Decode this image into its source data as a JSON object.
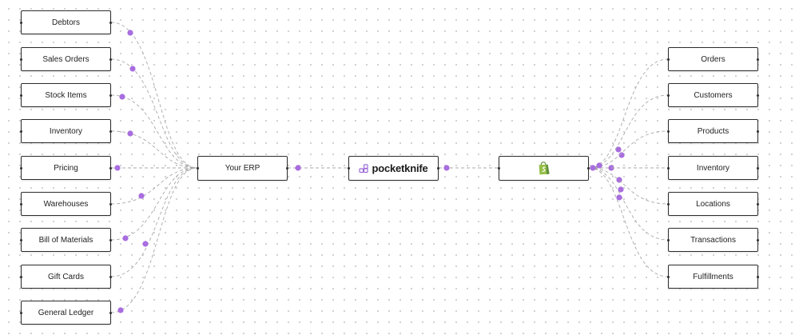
{
  "sources": [
    {
      "label": "Debtors"
    },
    {
      "label": "Sales Orders"
    },
    {
      "label": "Stock Items"
    },
    {
      "label": "Inventory"
    },
    {
      "label": "Pricing"
    },
    {
      "label": "Warehouses"
    },
    {
      "label": "Bill of Materials"
    },
    {
      "label": "Gift Cards"
    },
    {
      "label": "General Ledger"
    }
  ],
  "hubs": {
    "erp": {
      "label": "Your ERP"
    },
    "middleware": {
      "label": "pocketknife",
      "icon": "pocketknife-logo-icon"
    },
    "store": {
      "icon": "shopify-bag-icon"
    }
  },
  "targets": [
    {
      "label": "Orders"
    },
    {
      "label": "Customers"
    },
    {
      "label": "Products"
    },
    {
      "label": "Inventory"
    },
    {
      "label": "Locations"
    },
    {
      "label": "Transactions"
    },
    {
      "label": "Fulfillments"
    }
  ],
  "colors": {
    "connector": "#a9a9a9",
    "flow_dot": "#a86ddf",
    "node_border": "#2d2d2d",
    "pocketknife_accent": "#9b6bd6",
    "shopify_green": "#5e8e3e"
  }
}
